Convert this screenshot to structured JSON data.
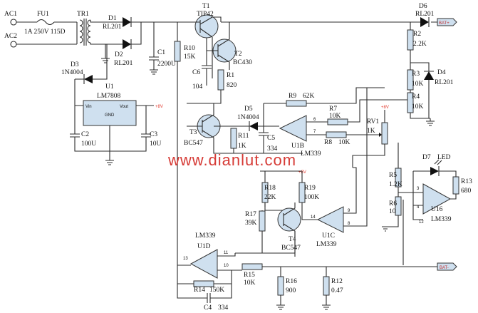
{
  "inputs": {
    "ac1": "AC1",
    "ac2": "AC2"
  },
  "fuse": {
    "ref": "FU1",
    "value": "1A 250V 115D"
  },
  "transformer": {
    "ref": "TR1"
  },
  "diodes": {
    "d1": {
      "ref": "D1",
      "value": "RL201"
    },
    "d2": {
      "ref": "D2",
      "value": "RL201"
    },
    "d3": {
      "ref": "D3",
      "value": "1N4004"
    },
    "d4": {
      "ref": "D4",
      "value": "RL201"
    },
    "d5": {
      "ref": "D5",
      "value": "1N4004"
    },
    "d6": {
      "ref": "D6",
      "value": "RL201"
    },
    "d7": {
      "ref": "D7",
      "value": "LED"
    }
  },
  "regulator": {
    "ref": "U1",
    "part": "LM7808",
    "vin": "Vin",
    "vout": "Vout",
    "gnd": "GND",
    "out_net": "+8V"
  },
  "capacitors": {
    "c1": {
      "ref": "C1",
      "value": "2200U"
    },
    "c2": {
      "ref": "C2",
      "value": "100U"
    },
    "c3": {
      "ref": "C3",
      "value": "10U"
    },
    "c4": {
      "ref": "C4",
      "value": "334"
    },
    "c5": {
      "ref": "C5",
      "value": "334"
    },
    "c6": {
      "ref": "C6",
      "value": "104"
    }
  },
  "transistors": {
    "t1": {
      "ref": "T1",
      "part": "TIP42"
    },
    "t2": {
      "ref": "T2",
      "part": "BC430"
    },
    "t3": {
      "ref": "T3",
      "part": "BC547"
    },
    "t4": {
      "ref": "T4",
      "part": "BC547"
    }
  },
  "resistors": {
    "r1": {
      "ref": "R1",
      "value": "820"
    },
    "r2": {
      "ref": "R2",
      "value": "2.2K"
    },
    "r3": {
      "ref": "R3",
      "value": "10K"
    },
    "r4": {
      "ref": "R4",
      "value": "10K"
    },
    "r5": {
      "ref": "R5",
      "value": "1.2K"
    },
    "r6": {
      "ref": "R6",
      "value": "10"
    },
    "r7": {
      "ref": "R7",
      "value": "10K"
    },
    "r8": {
      "ref": "R8",
      "value": "10K"
    },
    "r9": {
      "ref": "R9",
      "value": "62K"
    },
    "r10": {
      "ref": "R10",
      "value": "15K"
    },
    "r11": {
      "ref": "R11",
      "value": "1K"
    },
    "r12": {
      "ref": "R12",
      "value": "0.47"
    },
    "r13": {
      "ref": "R13",
      "value": "680"
    },
    "r14": {
      "ref": "R14",
      "value": "150K"
    },
    "r15": {
      "ref": "R15",
      "value": "10K"
    },
    "r16": {
      "ref": "R16",
      "value": "900"
    },
    "r17": {
      "ref": "R17",
      "value": "39K"
    },
    "r18": {
      "ref": "R18",
      "value": "22K"
    },
    "r19": {
      "ref": "R19",
      "value": "100K"
    },
    "rv1": {
      "ref": "RV1",
      "value": "1K"
    }
  },
  "opamps": {
    "u1b": {
      "ref": "U1B",
      "part": "LM339"
    },
    "u1c": {
      "ref": "U1C",
      "part": "LM339"
    },
    "u1d": {
      "ref": "U1D",
      "part": "LM339"
    },
    "u16": {
      "ref": "U16",
      "part": "LM339"
    }
  },
  "ports": {
    "bat_pos": "BAT+",
    "bat_neg": "BAT-"
  },
  "rail_labels": {
    "v8_a": "+8V",
    "v8_b": "+8V",
    "v8_c": "+8V"
  },
  "watermark": "www.dianlut.com"
}
